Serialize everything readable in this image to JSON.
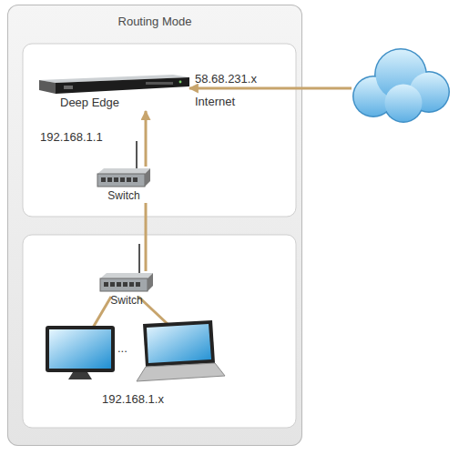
{
  "diagram": {
    "nodes": [
      {
        "text": [
          "Routing Mode"
        ]
      },
      {
        "text": [
          "Deep Edge"
        ],
        "in": 0
      },
      {
        "text": [
          "Switch"
        ],
        "in": 0
      },
      {
        "text": [
          "Switch"
        ],
        "in": 0
      }
    ],
    "edges": [
      {
        "from": 2,
        "to": 1,
        "arrow": "to"
      },
      {
        "from": 3,
        "to": 2,
        "arrow": "none"
      }
    ],
    "labels": [
      "58.68.231.x",
      "Internet",
      "192.168.1.1",
      "...",
      "192.168.1.x"
    ]
  }
}
